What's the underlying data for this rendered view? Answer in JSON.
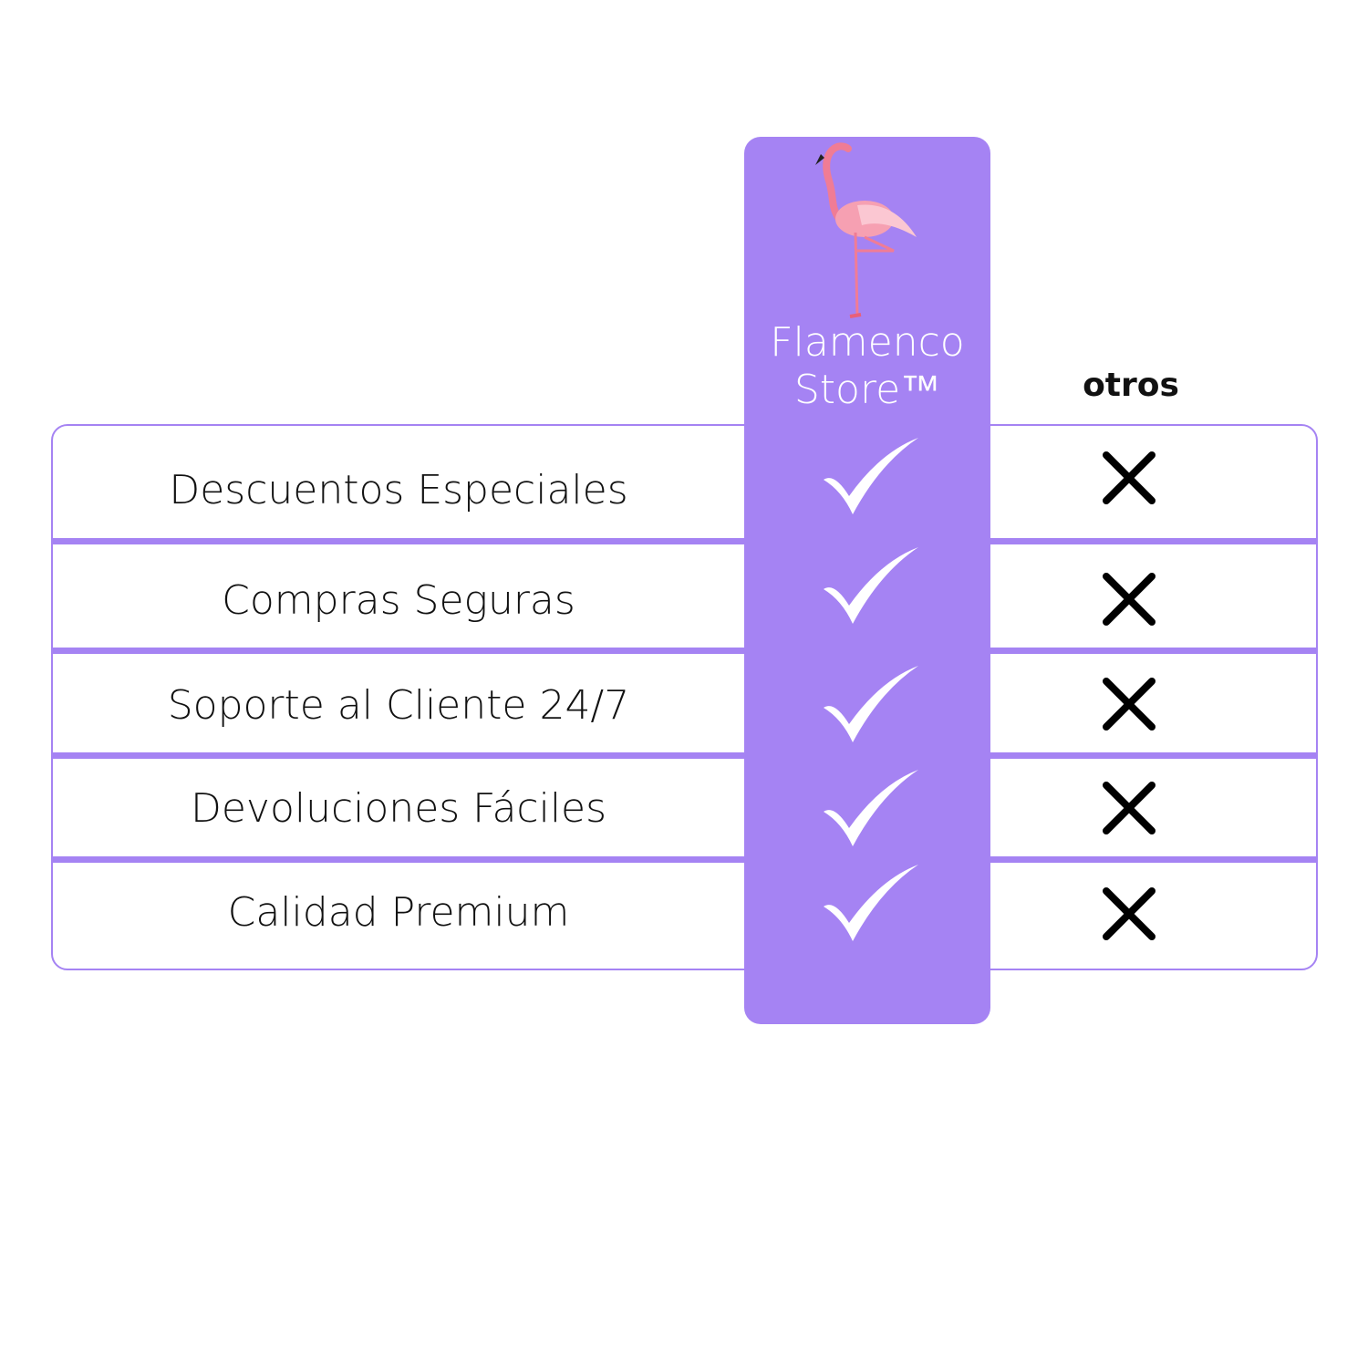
{
  "brand": {
    "name_line1": "Flamenco",
    "name_line2": "Store™",
    "logo": "flamingo-icon",
    "color": "#a583f3"
  },
  "competitor": {
    "label": "otros"
  },
  "features": [
    {
      "label": "Descuentos Especiales",
      "brand": "check",
      "otros": "cross"
    },
    {
      "label": "Compras Seguras",
      "brand": "check",
      "otros": "cross"
    },
    {
      "label": "Soporte al Cliente 24/7",
      "brand": "check",
      "otros": "cross"
    },
    {
      "label": "Devoluciones Fáciles",
      "brand": "check",
      "otros": "cross"
    },
    {
      "label": "Calidad Premium",
      "brand": "check",
      "otros": "cross"
    }
  ]
}
